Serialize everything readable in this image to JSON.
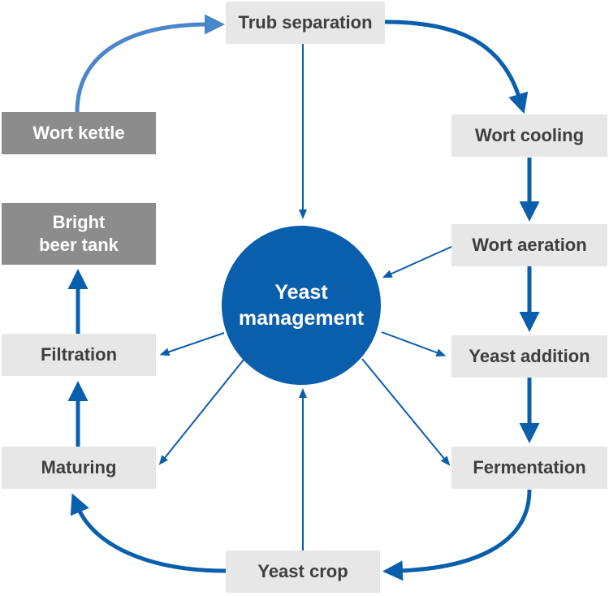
{
  "nodes": {
    "trub_separation": "Trub separation",
    "wort_cooling": "Wort cooling",
    "wort_aeration": "Wort aeration",
    "yeast_addition": "Yeast addition",
    "fermentation": "Fermentation",
    "yeast_crop": "Yeast crop",
    "maturing": "Maturing",
    "filtration": "Filtration",
    "bright_beer_tank_line1": "Bright",
    "bright_beer_tank_line2": "beer tank",
    "wort_kettle": "Wort kettle"
  },
  "hub": {
    "line1": "Yeast",
    "line2": "management"
  },
  "colors": {
    "arrow_blue": "#0a5fad",
    "arrow_light_blue": "#4a86cc",
    "box_light": "#e7e7e7",
    "box_dark": "#8c8c8c",
    "hub_fill": "#0a5fad"
  }
}
